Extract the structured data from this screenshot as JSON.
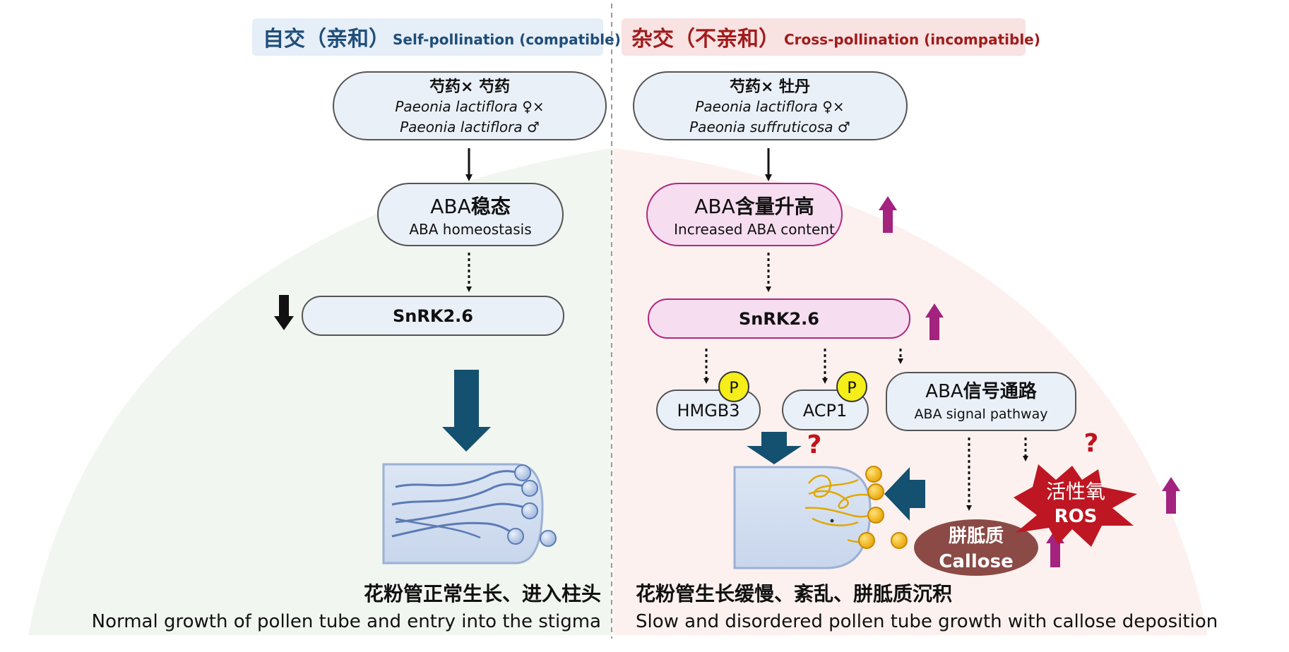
{
  "left_panel": {
    "header_cn": "自交（亲和）",
    "header_en": "Self-pollination (compatible)",
    "cross_cn": "芍药× 芍药",
    "cross_line1": "Paeonia lactiflora ♀×",
    "cross_line2": "Paeonia lactiflora ♂",
    "aba_prefix": "ABA",
    "aba_cn": "稳态",
    "aba_en": "ABA homeostasis",
    "snrk": "SnRK2.6",
    "snrk_trend": "down",
    "result_cn": "花粉管正常生长、进入柱头",
    "result_en": "Normal growth of pollen tube and entry into the stigma"
  },
  "right_panel": {
    "header_cn": "杂交（不亲和）",
    "header_en": "Cross-pollination (incompatible)",
    "cross_cn": "芍药× 牡丹",
    "cross_line1": "Paeonia lactiflora ♀×",
    "cross_line2": "Paeonia suffruticosa ♂",
    "aba_prefix": "ABA",
    "aba_cn": "含量升高",
    "aba_en": "Increased ABA content",
    "aba_trend": "up",
    "snrk": "SnRK2.6",
    "snrk_trend": "up",
    "hmgb3": "HMGB3",
    "acp1": "ACP1",
    "phospho": "P",
    "signal_prefix": "ABA",
    "signal_cn": "信号通路",
    "signal_en": "ABA signal pathway",
    "question": "?",
    "ros_cn": "活性氧",
    "ros_en": "ROS",
    "ros_trend": "up",
    "callose_cn": "胼胝质",
    "callose_en": "Callose",
    "callose_trend": "up",
    "result_cn": "花粉管生长缓慢、紊乱、胼胝质沉积",
    "result_en": "Slow and disordered pollen tube growth with callose deposition"
  },
  "colors": {
    "left_accent": "#1F4E79",
    "right_accent": "#A01C1C",
    "box_fill": "#EAF0F8",
    "pink_fill": "#F6DDF0",
    "pink_stroke": "#B0287E",
    "up_arrow": "#A3237F",
    "big_arrow": "#14506F",
    "ros_red": "#BE1622",
    "callose_brown": "#8B4A45",
    "pollen_yellow": "#F5B800"
  }
}
